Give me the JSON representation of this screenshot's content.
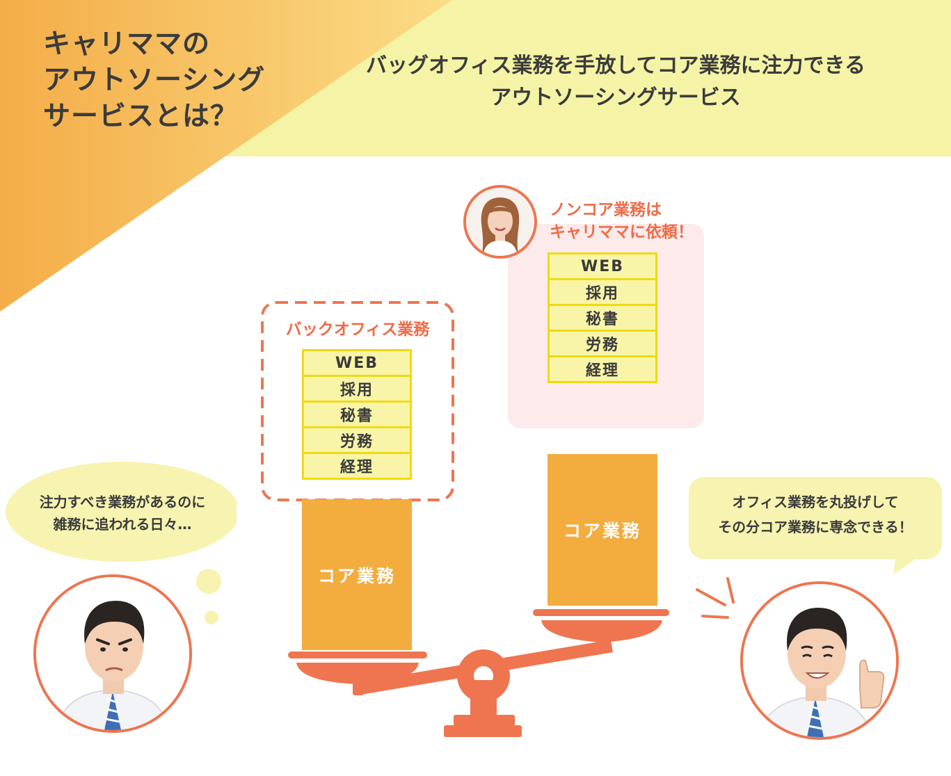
{
  "header": {
    "title_lines": [
      "キャリママの",
      "アウトソーシング",
      "サービスとは？"
    ],
    "subtitle_lines": [
      "バッグオフィス業務を手放してコア業務に注力できる",
      "アウトソーシングサービス"
    ]
  },
  "left_pan": {
    "group_label": "バックオフィス業務",
    "tasks": [
      "WEB",
      "採用",
      "秘書",
      "労務",
      "経理"
    ],
    "core_label": "コア業務"
  },
  "right_pan": {
    "request_lines": [
      "ノンコア業務は",
      "キャリママに依頼！"
    ],
    "tasks": [
      "WEB",
      "採用",
      "秘書",
      "労務",
      "経理"
    ],
    "core_label": "コア業務"
  },
  "left_thought": {
    "lines": [
      "注力すべき業務があるのに",
      "雑務に追われる日々…"
    ]
  },
  "right_speech": {
    "lines": [
      "オフィス業務を丸投げして",
      "その分コア業務に専念できる！"
    ]
  },
  "colors": {
    "band_yellow": "#f5f3a6",
    "corner_orange": "#f5b04e",
    "scale_orange": "#ee7550",
    "core_orange": "#f3ac3e",
    "task_yellow": "#f9f5a8",
    "task_border": "#f1d912",
    "request_pink": "#fcebea",
    "bubble_yellow": "#f7f3b1",
    "label_orange": "#ee6b47"
  },
  "icons": [
    "woman-avatar-icon",
    "worried-man-avatar-icon",
    "happy-man-avatar-icon",
    "scale-icon"
  ]
}
